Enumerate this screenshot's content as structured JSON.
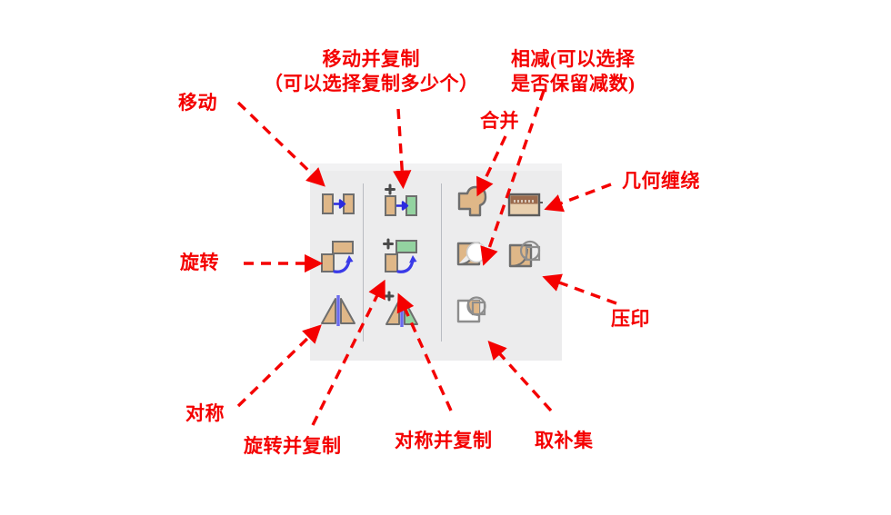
{
  "page": {
    "background_color": "#ffffff",
    "annotation_color": "#f40000"
  },
  "toolbar": {
    "name": "3D modeling transform and boolean toolbar",
    "background_color": "#ececed",
    "groups": [
      {
        "name": "transform",
        "buttons": [
          {
            "id": "move",
            "label": "移动"
          },
          {
            "id": "rotate",
            "label": "旋转"
          },
          {
            "id": "mirror",
            "label": "对称"
          }
        ]
      },
      {
        "name": "transform-copy",
        "buttons": [
          {
            "id": "move-copy",
            "label": "移动并复制"
          },
          {
            "id": "rotate-copy",
            "label": "旋转并复制"
          },
          {
            "id": "mirror-copy",
            "label": "对称并复制"
          }
        ]
      },
      {
        "name": "boolean",
        "buttons": [
          {
            "id": "union",
            "label": "合并"
          },
          {
            "id": "geometry-wrap",
            "label": "几何缠绕"
          },
          {
            "id": "subtract",
            "label": "相减"
          },
          {
            "id": "imprint",
            "label": "压印"
          },
          {
            "id": "complement",
            "label": "取补集"
          }
        ]
      }
    ]
  },
  "annotations": [
    {
      "id": "move",
      "text": "移动"
    },
    {
      "id": "move-copy",
      "text": "移动并复制\n（可以选择复制多少个）"
    },
    {
      "id": "union",
      "text": "合并"
    },
    {
      "id": "subtract",
      "text": "相减(可以选择\n是否保留减数)"
    },
    {
      "id": "geometry-wrap",
      "text": "几何缠绕"
    },
    {
      "id": "rotate",
      "text": "旋转"
    },
    {
      "id": "imprint",
      "text": "压印"
    },
    {
      "id": "mirror",
      "text": "对称"
    },
    {
      "id": "rotate-copy",
      "text": "旋转并复制"
    },
    {
      "id": "mirror-copy",
      "text": "对称并复制"
    },
    {
      "id": "complement",
      "text": "取补集"
    }
  ]
}
